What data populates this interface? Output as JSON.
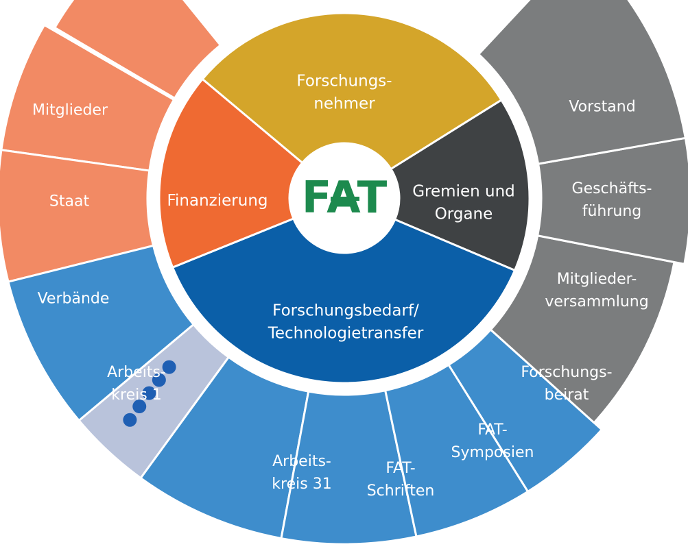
{
  "center": {
    "logo_text": "FAT",
    "logo_color": "#1d8a4e"
  },
  "inner_segments": [
    {
      "id": "forschungsnehmer",
      "lines": [
        "Forschungs-",
        "nehmer"
      ],
      "color": "#d4a52a"
    },
    {
      "id": "gremien",
      "lines": [
        "Gremien und",
        "Organe"
      ],
      "color": "#3f4244"
    },
    {
      "id": "forschungsbedarf",
      "lines": [
        "Forschungsbedarf/",
        "Technologietransfer"
      ],
      "color": "#0b5fa8"
    },
    {
      "id": "finanzierung",
      "lines": [
        "Finanzierung"
      ],
      "color": "#ef6a32"
    }
  ],
  "outer_segments": [
    {
      "id": "mitglieder",
      "group": "finanzierung",
      "lines": [
        "Mitglieder"
      ],
      "color": "#f28a64"
    },
    {
      "id": "staat",
      "group": "finanzierung",
      "lines": [
        "Staat"
      ],
      "color": "#f28a64"
    },
    {
      "id": "verbaende",
      "group": "finanzierung",
      "lines": [
        "Verbände"
      ],
      "color": "#f28a64"
    },
    {
      "id": "arbeitskreis-1",
      "group": "forschungsbedarf",
      "lines": [
        "Arbeits-",
        "kreis 1"
      ],
      "color": "#3e8dcc"
    },
    {
      "id": "placeholder",
      "group": "forschungsbedarf",
      "lines": [],
      "color": "#b9c3db",
      "dots": 5,
      "dot_color": "#1f5fb3"
    },
    {
      "id": "arbeitskreis-31",
      "group": "forschungsbedarf",
      "lines": [
        "Arbeits-",
        "kreis 31"
      ],
      "color": "#3e8dcc"
    },
    {
      "id": "fat-schriften",
      "group": "forschungsbedarf",
      "lines": [
        "FAT-",
        "Schriften"
      ],
      "color": "#3e8dcc"
    },
    {
      "id": "fat-symposien",
      "group": "forschungsbedarf",
      "lines": [
        "FAT-",
        "Symposien"
      ],
      "color": "#3e8dcc"
    },
    {
      "id": "forschungsbeirat",
      "group": "forschungsbedarf",
      "lines": [
        "Forschungs-",
        "beirat"
      ],
      "color": "#3e8dcc"
    },
    {
      "id": "mitgliederversammlung",
      "group": "gremien",
      "lines": [
        "Mitglieder-",
        "versammlung"
      ],
      "color": "#7b7d7e"
    },
    {
      "id": "geschaeftsfuehrung",
      "group": "gremien",
      "lines": [
        "Geschäfts-",
        "führung"
      ],
      "color": "#7b7d7e"
    },
    {
      "id": "vorstand",
      "group": "gremien",
      "lines": [
        "Vorstand"
      ],
      "color": "#7b7d7e"
    }
  ]
}
